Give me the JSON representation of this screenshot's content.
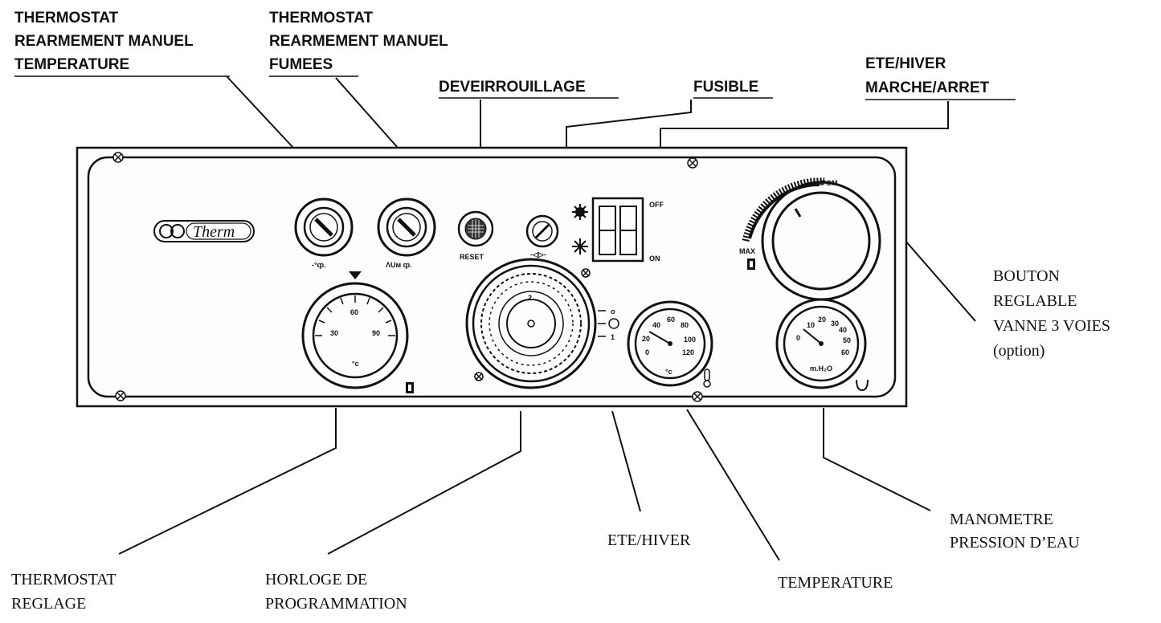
{
  "callouts": {
    "thermostat_temp": [
      "THERMOSTAT",
      "REARMEMENT MANUEL",
      "TEMPERATURE"
    ],
    "thermostat_fumees": [
      "THERMOSTAT",
      "REARMEMENT MANUEL",
      "FUMEES"
    ],
    "deverrouillage": "DEVEIRROUILLAGE",
    "fusible": "FUSIBLE",
    "ete_hiver_marche": [
      "ETE/HIVER",
      "MARCHE/ARRET"
    ],
    "bouton_vanne": [
      "BOUTON",
      "REGLABLE",
      "VANNE 3 VOIES",
      "(option)"
    ],
    "thermostat_reglage": [
      "THERMOSTAT",
      "REGLAGE"
    ],
    "horloge": [
      "HORLOGE DE",
      "PROGRAMMATION"
    ],
    "ete_hiver": "ETE/HIVER",
    "temperature": "TEMPERATURE",
    "manometre": [
      "MANOMETRE",
      "PRESSION D’EAU"
    ]
  },
  "panel": {
    "brand": "Therm",
    "brand_logo": "ꝏ",
    "reset_label": "RESET",
    "switch_off": "OFF",
    "switch_on": "ON",
    "valve_min": "MAX",
    "valve_max": "POM",
    "thermostat_dial": [
      "60",
      "30",
      "90"
    ],
    "thermostat_unit": "°c",
    "thermo_gauge": [
      "40",
      "60",
      "80",
      "20",
      "100",
      "0",
      "120"
    ],
    "thermo_unit": "°c",
    "pressure_gauge": [
      "10",
      "20",
      "30",
      "40",
      "0",
      "50",
      "60"
    ],
    "pressure_unit": "m.H₂O"
  }
}
